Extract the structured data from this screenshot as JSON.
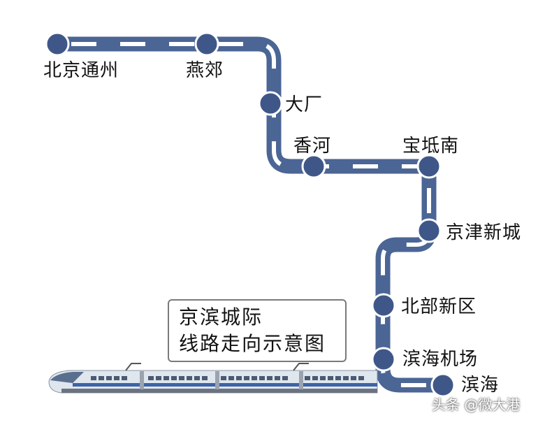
{
  "colors": {
    "track": "#4b6595",
    "track_inner": "#ffffff",
    "station": "#3f5788",
    "station_ring": "#ffffff",
    "legend_border": "#7a7a7a"
  },
  "stations": [
    {
      "id": "beijing-tongzhou",
      "name": "北京通州"
    },
    {
      "id": "yanjiao",
      "name": "燕郊"
    },
    {
      "id": "dachang",
      "name": "大厂"
    },
    {
      "id": "xianghe",
      "name": "香河"
    },
    {
      "id": "baodinan",
      "name": "宝坻南"
    },
    {
      "id": "jingjin-xincheng",
      "name": "京津新城"
    },
    {
      "id": "beibu-xinqu",
      "name": "北部新区"
    },
    {
      "id": "binhai-jichang",
      "name": "滨海机场"
    },
    {
      "id": "binhai",
      "name": "滨海"
    }
  ],
  "legend": {
    "line1": "京滨城际",
    "line2": "线路走向示意图"
  },
  "train_icon": "high-speed-train-icon",
  "watermark": "头条 @微大港"
}
